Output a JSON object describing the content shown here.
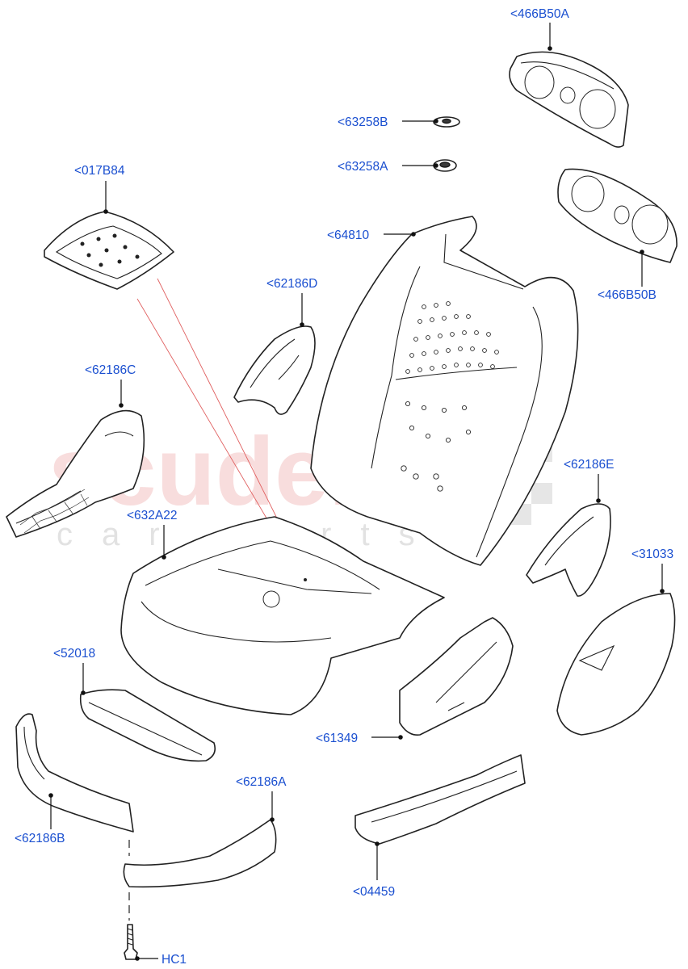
{
  "watermark": {
    "main": "scuderia",
    "sub": "car parts"
  },
  "callouts": {
    "p466B50A": "<466B50A",
    "p63258B": "<63258B",
    "p63258A": "<63258A",
    "p017B84": "<017B84",
    "p64810": "<64810",
    "p466B50B": "<466B50B",
    "p62186D": "<62186D",
    "p62186C": "<62186C",
    "p62186E": "<62186E",
    "p632A22": "<632A22",
    "p31033": "<31033",
    "p52018": "<52018",
    "p61349": "<61349",
    "p62186A": "<62186A",
    "p62186B": "<62186B",
    "p04459": "<04459",
    "HC1": "HC1"
  },
  "colors": {
    "label": "#1a4fd0",
    "watermark": "#f3c3c3",
    "leader": "#111111",
    "ref_line": "#e06060"
  }
}
